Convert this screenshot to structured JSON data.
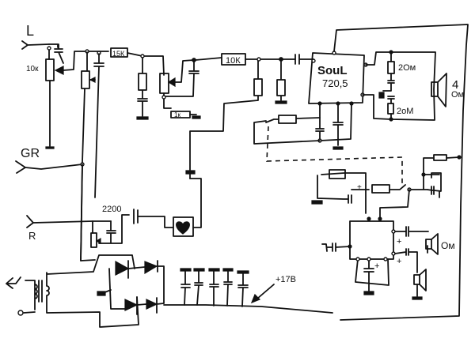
{
  "diagram": {
    "type": "hand-drawn circuit schematic",
    "inputs": {
      "left": "L",
      "ground": "GR",
      "right": "R"
    },
    "labels": {
      "pot_left": "10к",
      "res_15k": "15К",
      "res_10k": "10К",
      "res_1k": "1к",
      "cap_2200": "2200",
      "ic_name": "SouL",
      "ic_code": "720,5",
      "res_top_out": "2Ом",
      "res_bottom_out": "2оМ",
      "speaker_main_1": "4",
      "speaker_main_2": "Ом",
      "speaker_second": "Ом",
      "supply": "+17В",
      "plus": "+"
    },
    "colors": {
      "ink": "#111111",
      "paper": "#ffffff"
    }
  }
}
